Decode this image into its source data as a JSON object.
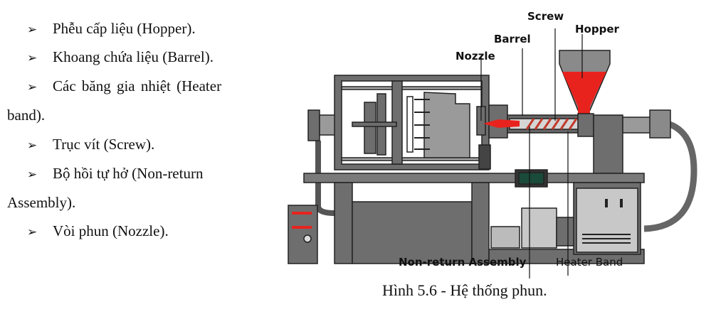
{
  "list": {
    "items": [
      {
        "bullet": "➢",
        "text": "Phễu cấp liệu (Hopper)."
      },
      {
        "bullet": "➢",
        "text": "Khoang chứa liệu (Barrel)."
      },
      {
        "bullet": "➢",
        "text": "Các băng gia nhiệt (Heater",
        "continuation": "band)."
      },
      {
        "bullet": "➢",
        "text": "Trục vít (Screw)."
      },
      {
        "bullet": "➢",
        "text": "Bộ hồi tự hở (Non-return",
        "continuation": "Assembly)."
      },
      {
        "bullet": "➢",
        "text": "Vòi phun (Nozzle)."
      }
    ]
  },
  "figure": {
    "labels": {
      "screw": "Screw",
      "hopper": "Hopper",
      "barrel": "Barrel",
      "nozzle": "Nozzle",
      "non_return": "Non-return Assembly",
      "heater_band": "Heater Band"
    },
    "caption": "Hình 5.6 - Hệ thống phun.",
    "colors": {
      "machine": "#6e6e6e",
      "melt": "#e8231e",
      "light": "#c8c8c8"
    }
  }
}
